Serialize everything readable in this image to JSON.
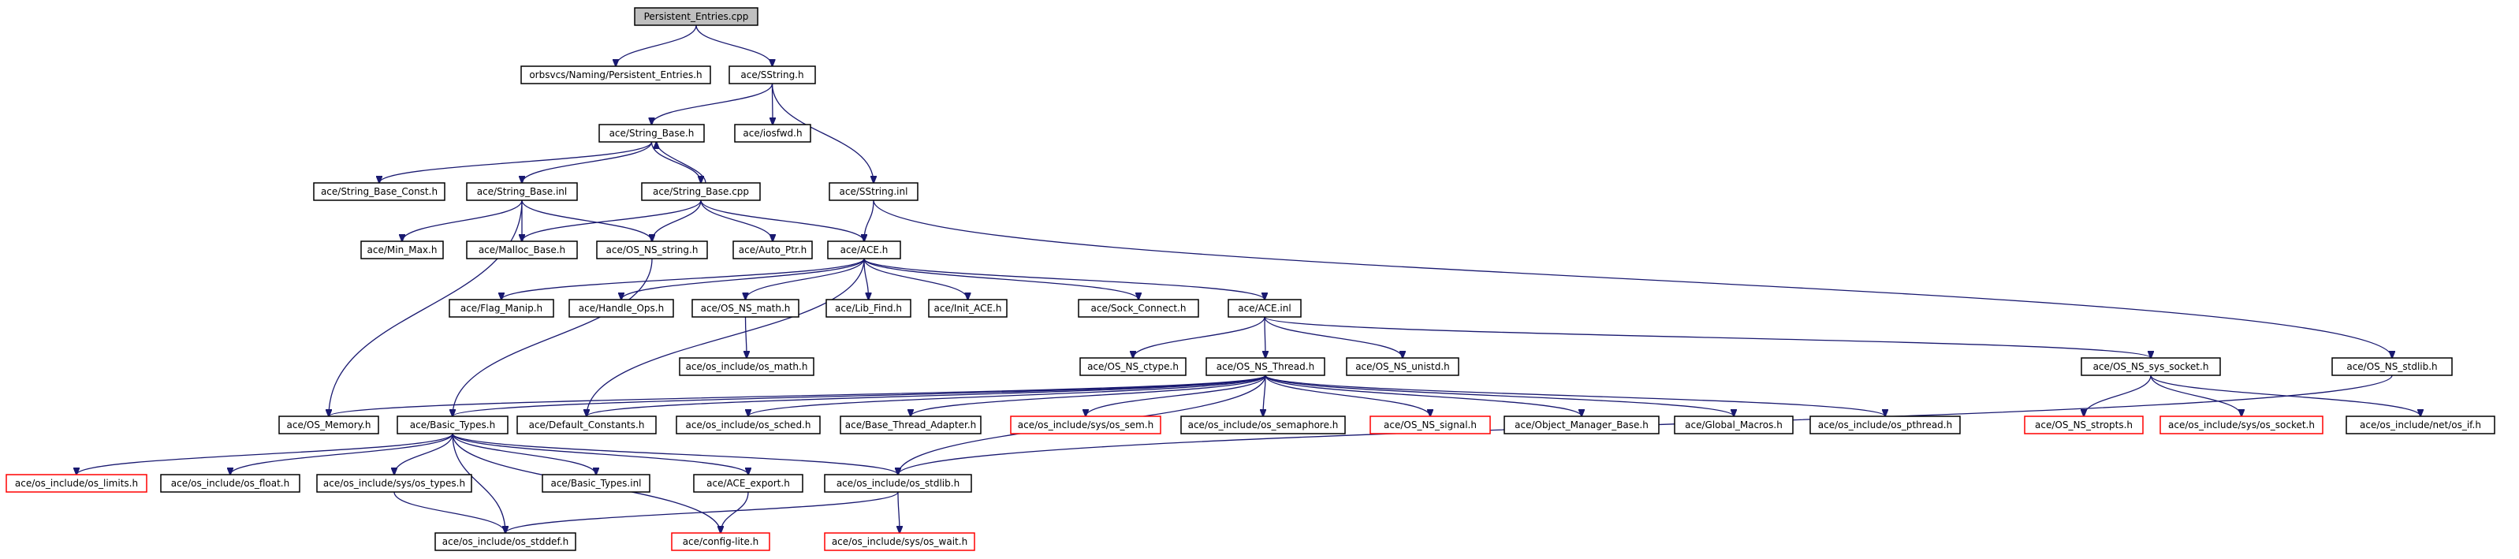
{
  "graph": {
    "title": "Persistent_Entries.cpp",
    "colors": {
      "edge": "#191970",
      "root_fill": "#bfbfbf",
      "node_border": "#000000",
      "missing_border": "#ff0000"
    },
    "nodes": [
      {
        "id": "root",
        "label": "Persistent_Entries.cpp",
        "root": true
      },
      {
        "id": "orbsvcs_pe",
        "label": "orbsvcs/Naming/Persistent_Entries.h"
      },
      {
        "id": "sstring_h",
        "label": "ace/SString.h"
      },
      {
        "id": "string_base_h",
        "label": "ace/String_Base.h"
      },
      {
        "id": "iosfwd",
        "label": "ace/iosfwd.h"
      },
      {
        "id": "sstring_inl",
        "label": "ace/SString.inl"
      },
      {
        "id": "sb_const",
        "label": "ace/String_Base_Const.h"
      },
      {
        "id": "sb_inl",
        "label": "ace/String_Base.inl"
      },
      {
        "id": "sb_cpp",
        "label": "ace/String_Base.cpp"
      },
      {
        "id": "min_max",
        "label": "ace/Min_Max.h"
      },
      {
        "id": "malloc_base",
        "label": "ace/Malloc_Base.h"
      },
      {
        "id": "os_ns_string",
        "label": "ace/OS_NS_string.h"
      },
      {
        "id": "auto_ptr",
        "label": "ace/Auto_Ptr.h"
      },
      {
        "id": "ace_h",
        "label": "ace/ACE.h"
      },
      {
        "id": "flag_manip",
        "label": "ace/Flag_Manip.h"
      },
      {
        "id": "handle_ops",
        "label": "ace/Handle_Ops.h"
      },
      {
        "id": "os_ns_math",
        "label": "ace/OS_NS_math.h"
      },
      {
        "id": "lib_find",
        "label": "ace/Lib_Find.h"
      },
      {
        "id": "init_ace",
        "label": "ace/Init_ACE.h"
      },
      {
        "id": "sock_connect",
        "label": "ace/Sock_Connect.h"
      },
      {
        "id": "ace_inl",
        "label": "ace/ACE.inl"
      },
      {
        "id": "os_ns_stdlib",
        "label": "ace/OS_NS_stdlib.h"
      },
      {
        "id": "os_math",
        "label": "ace/os_include/os_math.h"
      },
      {
        "id": "os_ns_ctype",
        "label": "ace/OS_NS_ctype.h"
      },
      {
        "id": "os_ns_thread",
        "label": "ace/OS_NS_Thread.h"
      },
      {
        "id": "os_ns_unistd",
        "label": "ace/OS_NS_unistd.h"
      },
      {
        "id": "os_ns_sys_socket",
        "label": "ace/OS_NS_sys_socket.h"
      },
      {
        "id": "os_memory",
        "label": "ace/OS_Memory.h"
      },
      {
        "id": "basic_types",
        "label": "ace/Basic_Types.h"
      },
      {
        "id": "default_constants",
        "label": "ace/Default_Constants.h"
      },
      {
        "id": "os_sched",
        "label": "ace/os_include/os_sched.h"
      },
      {
        "id": "base_thread_adapter",
        "label": "ace/Base_Thread_Adapter.h"
      },
      {
        "id": "os_sem",
        "label": "ace/os_include/sys/os_sem.h",
        "missing": true
      },
      {
        "id": "os_semaphore",
        "label": "ace/os_include/os_semaphore.h"
      },
      {
        "id": "os_ns_signal",
        "label": "ace/OS_NS_signal.h",
        "missing": true
      },
      {
        "id": "object_manager_base",
        "label": "ace/Object_Manager_Base.h"
      },
      {
        "id": "global_macros",
        "label": "ace/Global_Macros.h"
      },
      {
        "id": "os_pthread",
        "label": "ace/os_include/os_pthread.h"
      },
      {
        "id": "os_ns_stropts",
        "label": "ace/OS_NS_stropts.h",
        "missing": true
      },
      {
        "id": "os_socket",
        "label": "ace/os_include/sys/os_socket.h",
        "missing": true
      },
      {
        "id": "net_if",
        "label": "ace/os_include/net/os_if.h"
      },
      {
        "id": "os_limits",
        "label": "ace/os_include/os_limits.h",
        "missing": true
      },
      {
        "id": "os_float",
        "label": "ace/os_include/os_float.h"
      },
      {
        "id": "sys_types",
        "label": "ace/os_include/sys/os_types.h"
      },
      {
        "id": "basic_types_inl",
        "label": "ace/Basic_Types.inl"
      },
      {
        "id": "ace_export",
        "label": "ace/ACE_export.h"
      },
      {
        "id": "os_stdlib",
        "label": "ace/os_include/os_stdlib.h"
      },
      {
        "id": "os_stddef",
        "label": "ace/os_include/os_stddef.h"
      },
      {
        "id": "config_lite",
        "label": "ace/config-lite.h",
        "missing": true
      },
      {
        "id": "os_wait",
        "label": "ace/os_include/sys/os_wait.h",
        "missing": true
      }
    ]
  }
}
